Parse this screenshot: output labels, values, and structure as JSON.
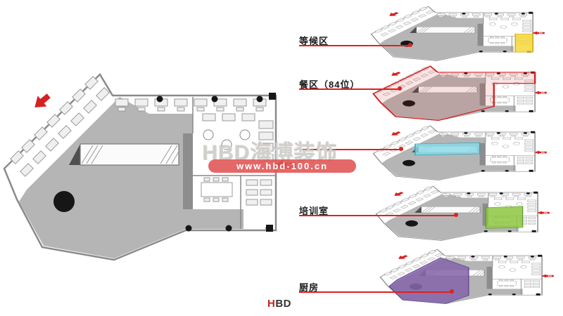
{
  "watermark": {
    "brand": "HBD海博装饰",
    "url": "www.hbd-100.cn",
    "band_color": "#e05353"
  },
  "logo": {
    "h": "H",
    "bd": "BD",
    "h_color": "#c5231f"
  },
  "plan": {
    "in_label": "IN"
  },
  "leader_color": "#e02020",
  "zones": [
    {
      "id": "waiting",
      "label": "等候区",
      "color": "#f7d838"
    },
    {
      "id": "dining",
      "label": "餐区（84位）",
      "color": "#e02020"
    },
    {
      "id": "bar",
      "label": "",
      "color": "#86d9e9"
    },
    {
      "id": "training",
      "label": "培训室",
      "color": "#8dc63f"
    },
    {
      "id": "kitchen",
      "label": "厨房",
      "color": "#8566ab"
    }
  ]
}
